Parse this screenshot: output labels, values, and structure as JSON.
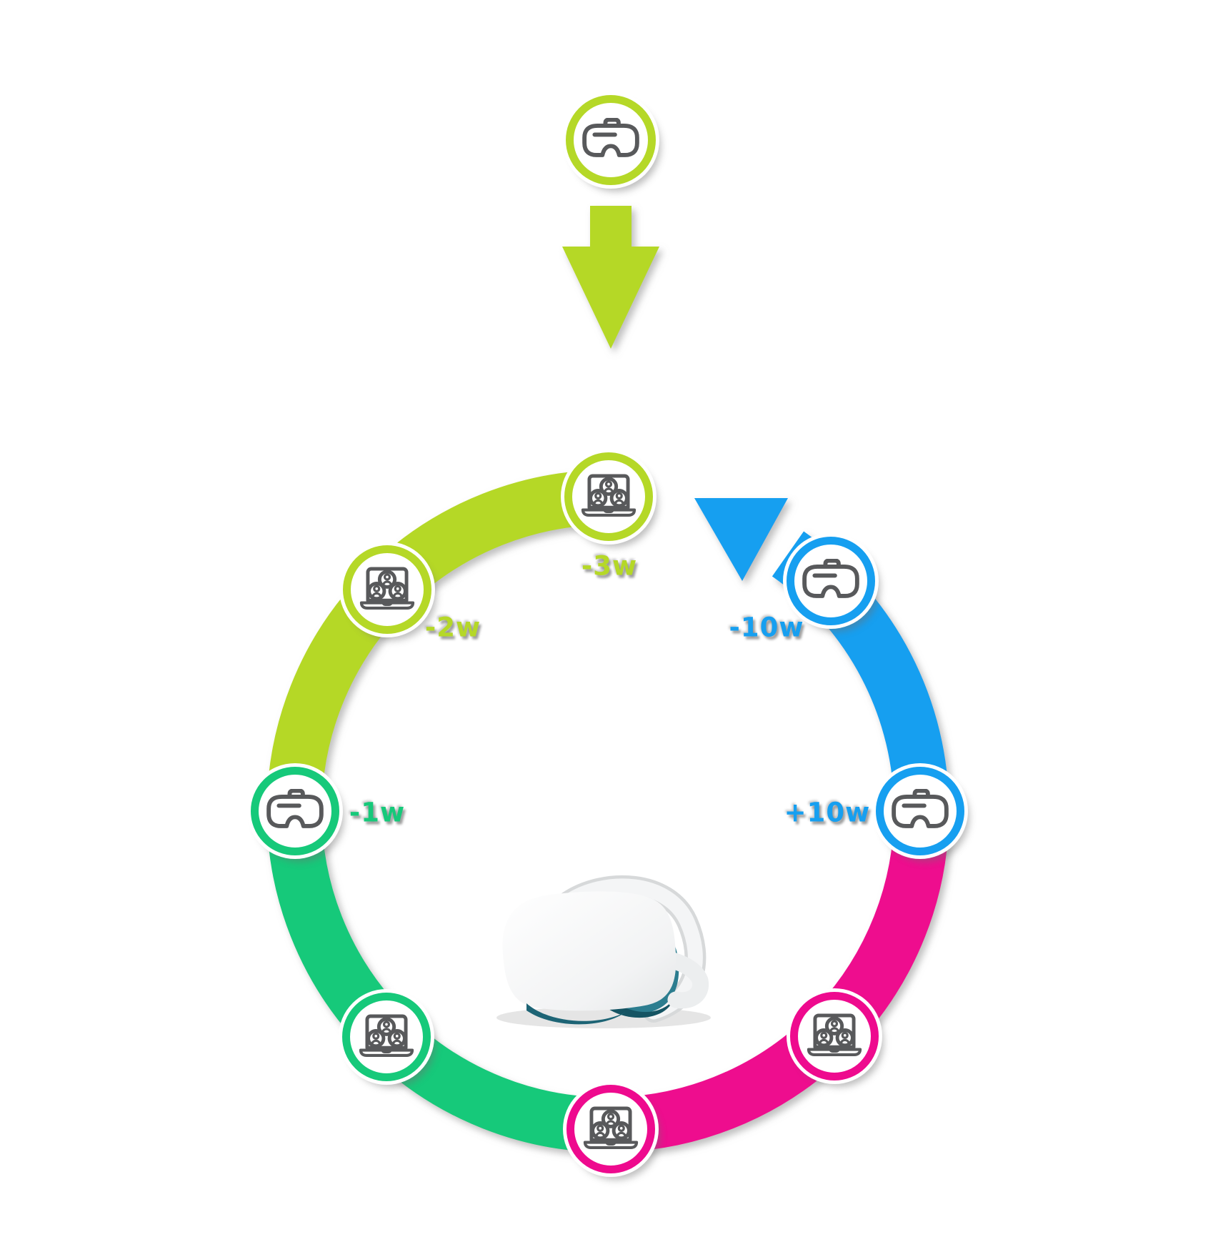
{
  "diagram": {
    "name": "vr-program-lifecycle-loop",
    "intro_badge": {
      "icon": "vr-headset-icon"
    },
    "flow_arrow_down": {
      "icon": "down-arrow-icon"
    },
    "restart_arrow": {
      "icon": "loop-restart-arrow-icon"
    },
    "center_illustration": "white-vr-headset-photo",
    "nodes": [
      {
        "icon": "laptop-video-call-icon",
        "segment": "lime",
        "label": "-3w"
      },
      {
        "icon": "laptop-video-call-icon",
        "segment": "lime",
        "label": "-2w"
      },
      {
        "icon": "vr-headset-icon",
        "segment": "green",
        "label": "-1w"
      },
      {
        "icon": "laptop-video-call-icon",
        "segment": "green",
        "label": ""
      },
      {
        "icon": "laptop-video-call-icon",
        "segment": "magenta",
        "label": ""
      },
      {
        "icon": "laptop-video-call-icon",
        "segment": "magenta",
        "label": ""
      },
      {
        "icon": "vr-headset-icon",
        "segment": "blue",
        "label": "+10w"
      },
      {
        "icon": "vr-headset-icon",
        "segment": "blue",
        "label": "-10w"
      }
    ]
  },
  "colors": {
    "lime": "#b5d827",
    "green": "#16c97a",
    "magenta": "#ee0a8e",
    "blue": "#169ff0",
    "icon_stroke": "#58595b"
  }
}
